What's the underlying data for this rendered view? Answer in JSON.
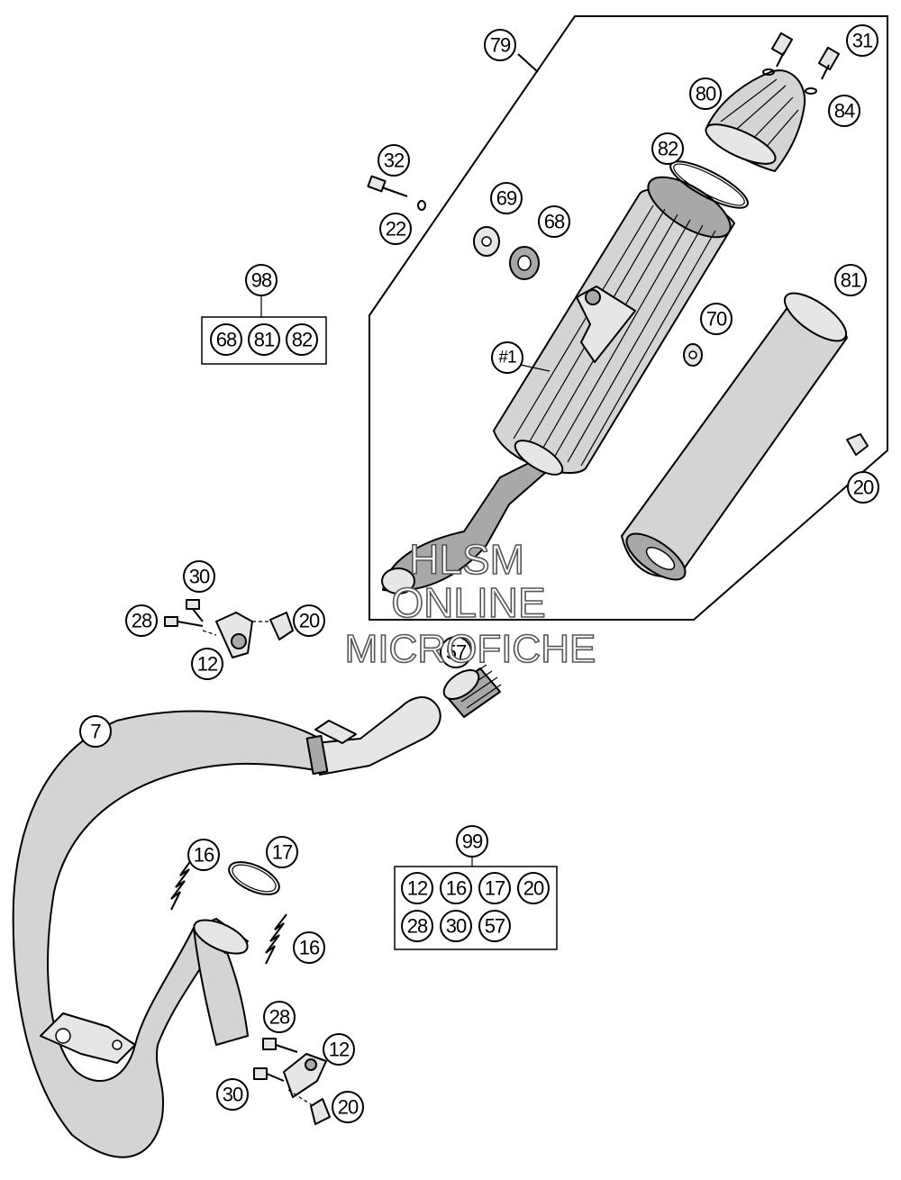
{
  "watermark": {
    "line1": "HLSM",
    "line2": "ONLINE",
    "line3": "MICROFICHE"
  },
  "callouts": {
    "c79": "79",
    "c31": "31",
    "c80": "80",
    "c84": "84",
    "c82": "82",
    "c32": "32",
    "c69": "69",
    "c68": "68",
    "c22": "22",
    "c81": "81",
    "c70": "70",
    "c1": "#1",
    "c20a": "20",
    "c30a": "30",
    "c28a": "28",
    "c20b": "20",
    "c12a": "12",
    "c57": "57",
    "c7": "7",
    "c16a": "16",
    "c17": "17",
    "c16b": "16",
    "c28b": "28",
    "c12b": "12",
    "c30b": "30",
    "c20c": "20"
  },
  "kit98": {
    "label": "98",
    "items": [
      "68",
      "81",
      "82"
    ]
  },
  "kit99": {
    "label": "99",
    "row1": [
      "12",
      "16",
      "17",
      "20"
    ],
    "row2": [
      "28",
      "30",
      "57"
    ]
  }
}
